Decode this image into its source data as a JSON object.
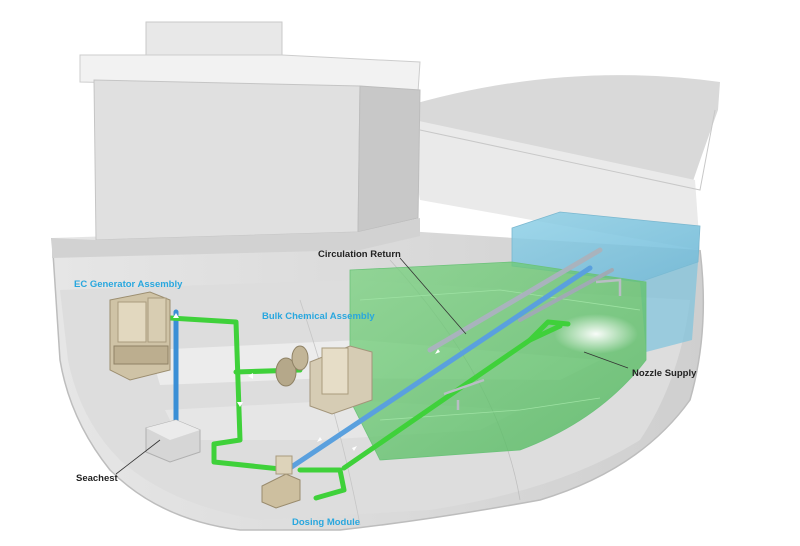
{
  "labels": {
    "circulation_return": "Circulation Return",
    "ec_generator_assembly": "EC Generator Assembly",
    "bulk_chemical_assembly": "Bulk Chemical Assembly",
    "nozzle_supply": "Nozzle Supply",
    "seachest": "Seachest",
    "dosing_module": "Dosing Module"
  },
  "colors": {
    "label_dark": "#222222",
    "label_blue": "#29a7de",
    "pipe_green": "#3fd13a",
    "pipe_blue": "#3a8fd6",
    "tank_blue": "#7cc6e0",
    "tank_green": "#63c96a",
    "hull_light": "#eeeeee",
    "hull_mid": "#d4d4d4",
    "hull_dark": "#b8b8b8"
  },
  "icons": [
    "arrow-icon"
  ]
}
